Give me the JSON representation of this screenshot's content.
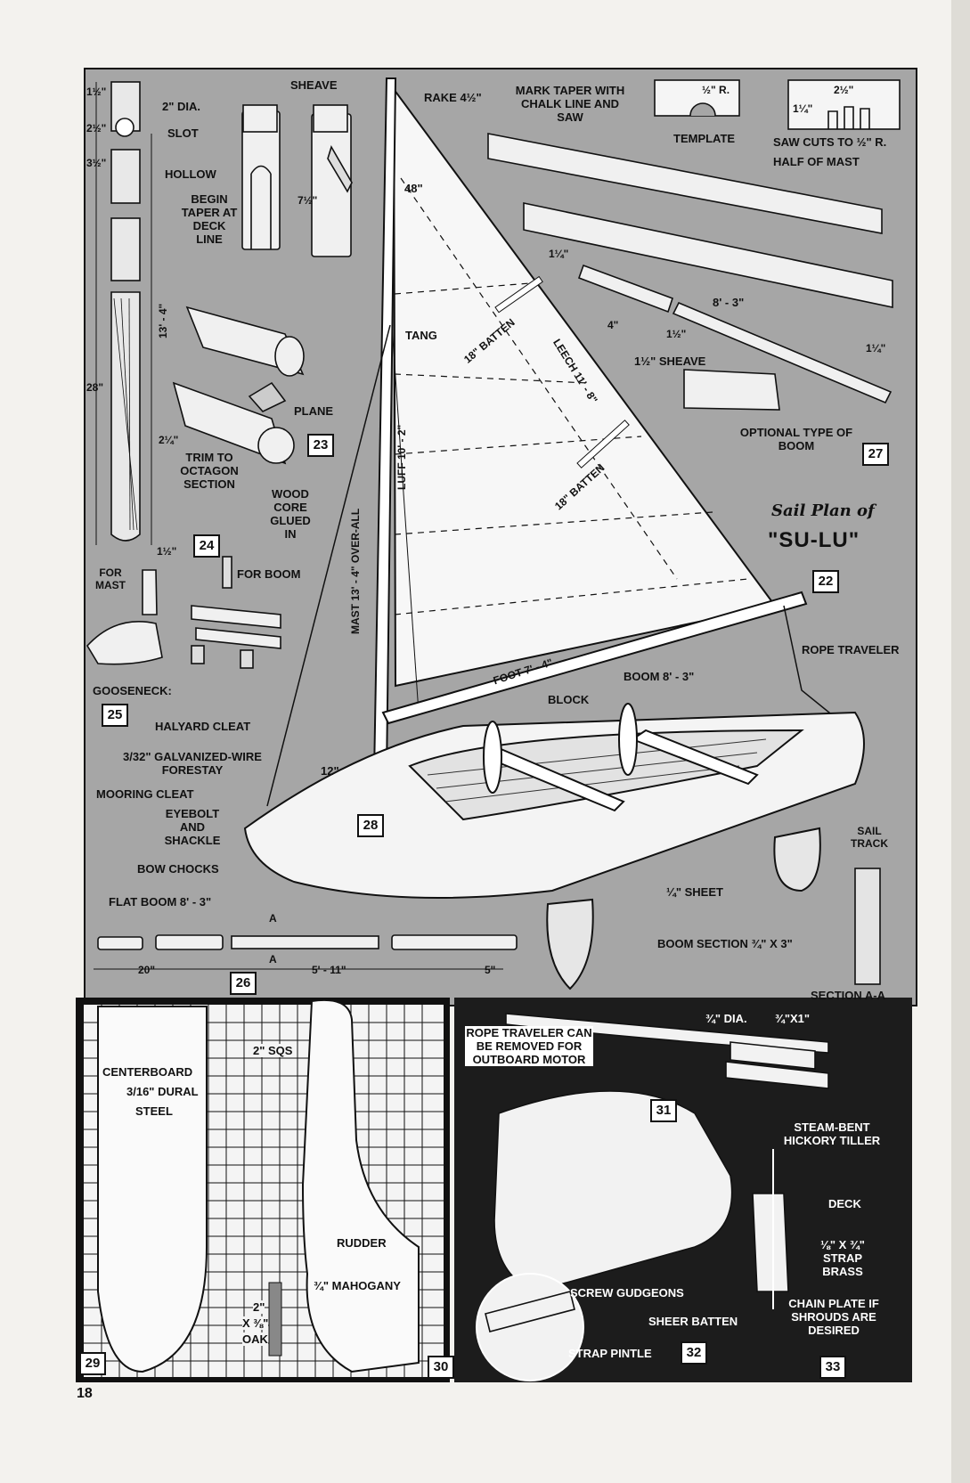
{
  "page_number": "18",
  "title": {
    "line1": "Sail Plan of",
    "line2": "\"SU-LU\""
  },
  "figures": [
    "22",
    "23",
    "24",
    "25",
    "26",
    "27",
    "28",
    "29",
    "30",
    "31",
    "32",
    "33"
  ],
  "mast_detail": {
    "dims": [
      "1½\"",
      "2½\"",
      "3½\"",
      "28\"",
      "13' - 4\"",
      "2¼\"",
      "1½\"",
      "7½\""
    ],
    "labels": [
      "2\" DIA.",
      "SLOT",
      "HOLLOW",
      "BEGIN TAPER AT DECK LINE",
      "PLANE",
      "TRIM TO OCTAGON SECTION",
      "WOOD CORE GLUED IN"
    ]
  },
  "sail_plan": {
    "labels": [
      "SHEAVE",
      "RAKE 4½\"",
      "48\"",
      "TANG",
      "18\" BATTEN",
      "18\" BATTEN",
      "LEECH 11' - 8\"",
      "LUFF 10' - 2\"",
      "MAST 13' - 4\" OVER-ALL",
      "FOOT 7' - 4\"",
      "BOOM 8' - 3\"",
      "ROPE TRAVELER",
      "BLOCK",
      "HALYARD CLEAT",
      "3/32\" GALVANIZED-WIRE FORESTAY",
      "12\"",
      "MOORING CLEAT",
      "EYEBOLT AND SHACKLE",
      "BOW CHOCKS",
      "¼\" SHEET",
      "SAIL TRACK",
      "BOOM SECTION ¾\" X 3\"",
      "SECTION A-A"
    ]
  },
  "boom_detail": {
    "labels": [
      "MARK TAPER WITH CHALK LINE AND SAW",
      "½\" R.",
      "TEMPLATE",
      "2½\"",
      "1¼\"",
      "SAW CUTS TO ½\" R.",
      "HALF OF MAST",
      "1¼\"",
      "8' - 3\"",
      "4\"",
      "1½\"",
      "1¼\"",
      "1½\" SHEAVE",
      "OPTIONAL TYPE OF BOOM"
    ]
  },
  "gooseneck": {
    "labels": [
      "FOR MAST",
      "FOR BOOM",
      "GOOSENECK:"
    ]
  },
  "flat_boom": {
    "labels": [
      "FLAT BOOM 8' - 3\"",
      "A",
      "A",
      "20\"",
      "5' - 11\"",
      "5\""
    ]
  },
  "centerboard": {
    "labels": [
      "CENTERBOARD",
      "3/16\" DURAL",
      "STEEL",
      "2\" SQS"
    ]
  },
  "rudder": {
    "labels": [
      "RUDDER",
      "¾\" MAHOGANY",
      "2\"",
      "X ⅜\"",
      "OAK"
    ]
  },
  "tiller": {
    "labels": [
      "ROPE TRAVELER CAN BE REMOVED FOR OUTBOARD MOTOR",
      "¾\" DIA.",
      "¾\"X1\"",
      "STEAM-BENT HICKORY TILLER",
      "DECK",
      "⅛\" X ¾\" STRAP BRASS",
      "CHAIN PLATE IF SHROUDS ARE DESIRED",
      "SCREW GUDGEONS",
      "SHEER BATTEN",
      "STRAP PINTLE"
    ]
  },
  "colors": {
    "panel_gray": "#a6a6a6",
    "paper": "#f3f2ee",
    "ink": "#111111",
    "dark_panel": "#1c1c1c"
  }
}
